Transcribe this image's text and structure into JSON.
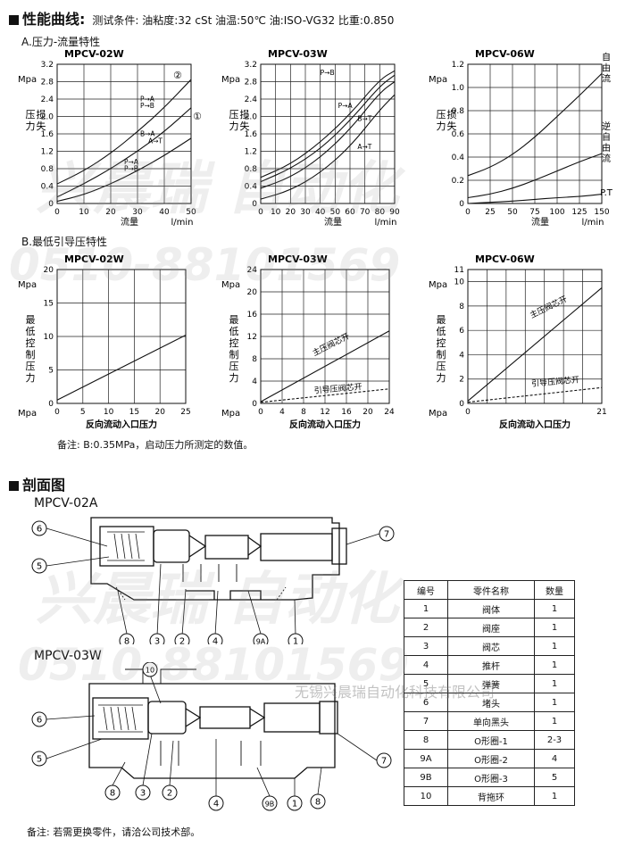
{
  "header": {
    "title": "性能曲线:",
    "conditions": "测试条件: 油粘度:32 cSt 油温:50℃ 油:ISO-VG32 比重:0.850"
  },
  "section_a": {
    "label": "A.压力-流量特性"
  },
  "section_b": {
    "label": "B.最低引导压特性"
  },
  "note_b": "备注: B:0.35MPa，启动压力所测定的数值。",
  "section_cross": {
    "label": "剖面图",
    "model_a": "MPCV-02A",
    "model_w": "MPCV-03W"
  },
  "footer_note": "备注: 若需更换零件，请洽公司技术部。",
  "watermarks": {
    "brand": "兴晨瑞 自动化",
    "phone": "0510-88101569",
    "company": "无锡兴晨瑞自动化科技有限公司"
  },
  "parts_table": {
    "headers": [
      "编号",
      "零件名称",
      "数量"
    ],
    "rows": [
      [
        "1",
        "阀体",
        "1"
      ],
      [
        "2",
        "阀座",
        "1"
      ],
      [
        "3",
        "阀芯",
        "1"
      ],
      [
        "4",
        "推杆",
        "1"
      ],
      [
        "5",
        "弹簧",
        "1"
      ],
      [
        "6",
        "堵头",
        "1"
      ],
      [
        "7",
        "单向黑头",
        "1"
      ],
      [
        "8",
        "O形圈-1",
        "2-3"
      ],
      [
        "9A",
        "O形圈-2",
        "4"
      ],
      [
        "9B",
        "O形圈-3",
        "5"
      ],
      [
        "10",
        "背拖环",
        "1"
      ]
    ]
  },
  "callouts": {
    "a": [
      "6",
      "5",
      "8",
      "3",
      "2",
      "4",
      "9A",
      "1",
      "7"
    ],
    "w": [
      "10",
      "6",
      "5",
      "8",
      "3",
      "2",
      "4",
      "9B",
      "1",
      "8",
      "7"
    ]
  },
  "chart_data": [
    {
      "type": "line",
      "title": "MPCV-02W",
      "ylabel": "Mpa",
      "ylabel_cn": "压力损失",
      "xlabel": "流量",
      "xunit": "l/min",
      "xlim": [
        0,
        50
      ],
      "ylim": [
        0,
        3.2
      ],
      "xticks": [
        "0",
        "10",
        "20",
        "30",
        "40",
        "50"
      ],
      "yticks": [
        "0",
        "0.4",
        "0.8",
        "1.2",
        "1.6",
        "2.0",
        "2.4",
        "2.8",
        "3.2"
      ],
      "series": [
        {
          "x": [
            0,
            10,
            20,
            30,
            40,
            50
          ],
          "y": [
            0.45,
            0.75,
            1.15,
            1.65,
            2.2,
            2.85
          ],
          "labels": [
            "P→A",
            "P→B"
          ]
        },
        {
          "x": [
            0,
            10,
            20,
            30,
            40,
            50
          ],
          "y": [
            0.15,
            0.45,
            0.8,
            1.2,
            1.65,
            2.2
          ],
          "labels": [
            "B→A",
            "A→T"
          ]
        },
        {
          "x": [
            0,
            10,
            20,
            30,
            40,
            50
          ],
          "y": [
            0.05,
            0.2,
            0.45,
            0.75,
            1.1,
            1.5
          ],
          "labels": [
            "P→A",
            "P→B"
          ]
        }
      ],
      "markers": [
        "②",
        "①"
      ]
    },
    {
      "type": "line",
      "title": "MPCV-03W",
      "ylabel": "Mpa",
      "ylabel_cn": "压力损失",
      "xlabel": "流量",
      "xunit": "l/min",
      "xlim": [
        0,
        90
      ],
      "ylim": [
        0,
        3.2
      ],
      "xticks": [
        "0",
        "10",
        "20",
        "30",
        "40",
        "50",
        "60",
        "70",
        "80",
        "90"
      ],
      "yticks": [
        "0",
        "0.4",
        "0.8",
        "1.2",
        "1.6",
        "2.0",
        "2.4",
        "2.8",
        "3.2"
      ],
      "series": [
        {
          "x": [
            0,
            20,
            40,
            60,
            80,
            90
          ],
          "y": [
            0.6,
            0.9,
            1.4,
            2.05,
            2.85,
            3.05
          ],
          "labels": [
            "P→B"
          ]
        },
        {
          "x": [
            0,
            20,
            40,
            60,
            80,
            90
          ],
          "y": [
            0.5,
            0.8,
            1.25,
            1.9,
            2.7,
            2.95
          ],
          "labels": [
            "P→A"
          ]
        },
        {
          "x": [
            0,
            20,
            40,
            60,
            80,
            90
          ],
          "y": [
            0.35,
            0.6,
            1.05,
            1.7,
            2.55,
            2.8
          ],
          "labels": [
            "B→T"
          ]
        },
        {
          "x": [
            0,
            20,
            40,
            60,
            80,
            90
          ],
          "y": [
            0.1,
            0.3,
            0.7,
            1.3,
            2.15,
            2.5
          ],
          "labels": [
            "A→T"
          ]
        }
      ]
    },
    {
      "type": "line",
      "title": "MPCV-06W",
      "ylabel": "Mpa",
      "ylabel_cn": "压力损失",
      "xlabel": "流量",
      "xunit": "l/min",
      "xlim": [
        0,
        150
      ],
      "ylim": [
        0,
        1.2
      ],
      "xticks": [
        "0",
        "25",
        "50",
        "75",
        "100",
        "125",
        "150"
      ],
      "yticks": [
        "0",
        "0.2",
        "0.4",
        "0.6",
        "0.8",
        "1.0",
        "1.2"
      ],
      "series": [
        {
          "x": [
            0,
            25,
            50,
            75,
            100,
            125,
            150
          ],
          "y": [
            0.24,
            0.31,
            0.42,
            0.57,
            0.75,
            0.93,
            1.12
          ],
          "labels": [
            "自由流"
          ]
        },
        {
          "x": [
            0,
            25,
            50,
            75,
            100,
            125,
            150
          ],
          "y": [
            0.05,
            0.08,
            0.13,
            0.2,
            0.28,
            0.36,
            0.43
          ],
          "labels": [
            "逆自由流"
          ]
        },
        {
          "x": [
            0,
            25,
            50,
            75,
            100,
            125,
            150
          ],
          "y": [
            0,
            0.01,
            0.02,
            0.035,
            0.05,
            0.06,
            0.08
          ],
          "labels": [
            "P.T"
          ]
        }
      ]
    },
    {
      "type": "line",
      "title": "MPCV-02W",
      "ylabel": "Mpa",
      "ylabel_cn": "最低控制压力",
      "xlabel": "反向流动入口压力",
      "xunit": "Mpa",
      "xlim": [
        0,
        25
      ],
      "ylim": [
        0,
        20
      ],
      "xticks": [
        "0",
        "5",
        "10",
        "15",
        "20",
        "25"
      ],
      "yticks": [
        "0",
        "5",
        "10",
        "15",
        "20"
      ],
      "series": [
        {
          "x": [
            0,
            25
          ],
          "y": [
            0.5,
            10.2
          ],
          "labels": []
        }
      ]
    },
    {
      "type": "line",
      "title": "MPCV-03W",
      "ylabel": "Mpa",
      "ylabel_cn": "最低控制压力",
      "xlabel": "反向流动入口压力",
      "xunit": "Mpa",
      "xlim": [
        0,
        24
      ],
      "ylim": [
        0,
        24
      ],
      "xticks": [
        "0",
        "4",
        "8",
        "12",
        "16",
        "20",
        "24"
      ],
      "yticks": [
        "0",
        "4",
        "8",
        "12",
        "16",
        "20",
        "24"
      ],
      "series": [
        {
          "x": [
            0,
            24
          ],
          "y": [
            0.3,
            13
          ],
          "labels": [
            "主压阀芯开"
          ]
        },
        {
          "x": [
            0,
            24
          ],
          "y": [
            0.2,
            2.6
          ],
          "labels": [
            "引导压阀芯开"
          ],
          "dashed": true
        }
      ]
    },
    {
      "type": "line",
      "title": "MPCV-06W",
      "ylabel": "Mpa",
      "ylabel_cn": "最低控制压力",
      "xlabel": "反向流动入口压力",
      "xunit": "Mpa",
      "xlim": [
        0,
        21
      ],
      "ylim": [
        0,
        11
      ],
      "xticks": [
        "0",
        "21"
      ],
      "yticks": [
        "0",
        "2",
        "4",
        "6",
        "8",
        "10",
        "11"
      ],
      "series": [
        {
          "x": [
            0,
            21
          ],
          "y": [
            0.2,
            9.5
          ],
          "labels": [
            "主压阀芯开"
          ]
        },
        {
          "x": [
            0,
            21
          ],
          "y": [
            0.1,
            1.3
          ],
          "labels": [
            "引导压阀芯开"
          ],
          "dashed": true
        }
      ]
    }
  ]
}
